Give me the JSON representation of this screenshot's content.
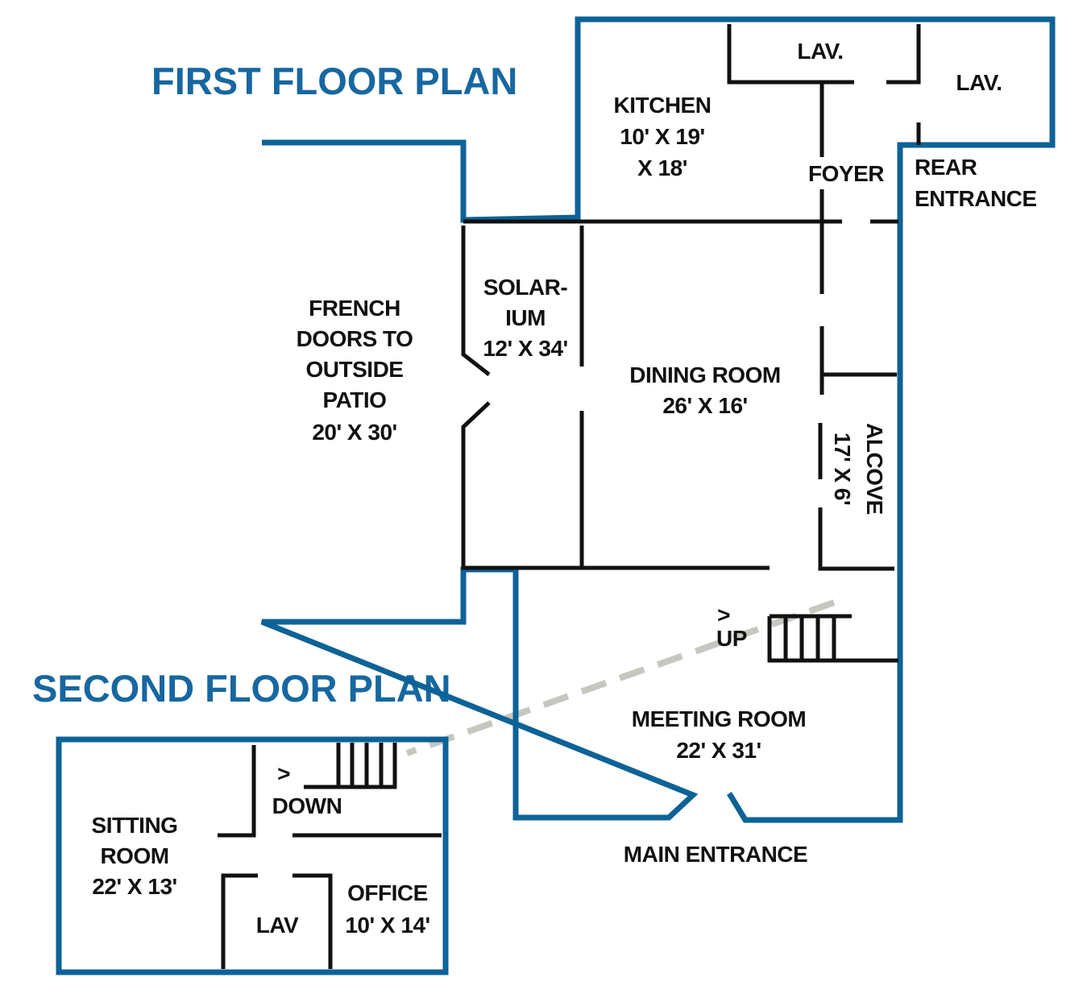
{
  "titles": {
    "first_floor": "FIRST FLOOR PLAN",
    "second_floor": "SECOND FLOOR PLAN"
  },
  "first_floor": {
    "kitchen": {
      "name": "KITCHEN",
      "size_line1": "10' X 19'",
      "size_line2": "X 18'"
    },
    "lav1": "LAV.",
    "lav2": "LAV.",
    "foyer": "FOYER",
    "rear_entrance": {
      "line1": "REAR",
      "line2": "ENTRANCE"
    },
    "patio": {
      "line1": "FRENCH",
      "line2": "DOORS TO",
      "line3": "OUTSIDE",
      "line4": "PATIO",
      "size": "20' X 30'"
    },
    "solarium": {
      "line1": "SOLAR-",
      "line2": "IUM",
      "size": "12' X 34'"
    },
    "dining_room": {
      "name": "DINING ROOM",
      "size": "26' X 16'"
    },
    "alcove": {
      "name": "ALCOVE",
      "size": "17' X 6'"
    },
    "stairs_up": {
      "arrow": ">",
      "label": "UP"
    },
    "meeting_room": {
      "name": "MEETING ROOM",
      "size": "22' X 31'"
    },
    "main_entrance": "MAIN ENTRANCE"
  },
  "second_floor": {
    "sitting_room": {
      "line1": "SITTING",
      "line2": "ROOM",
      "size": "22' X 13'"
    },
    "stairs_down": {
      "arrow": ">",
      "label": "DOWN"
    },
    "lav": "LAV",
    "office": {
      "name": "OFFICE",
      "size": "10' X 14'"
    }
  },
  "colors": {
    "outline": "#0d6297",
    "title": "#1767a0",
    "walls": "#111111",
    "connector": "#c8c6c1"
  }
}
